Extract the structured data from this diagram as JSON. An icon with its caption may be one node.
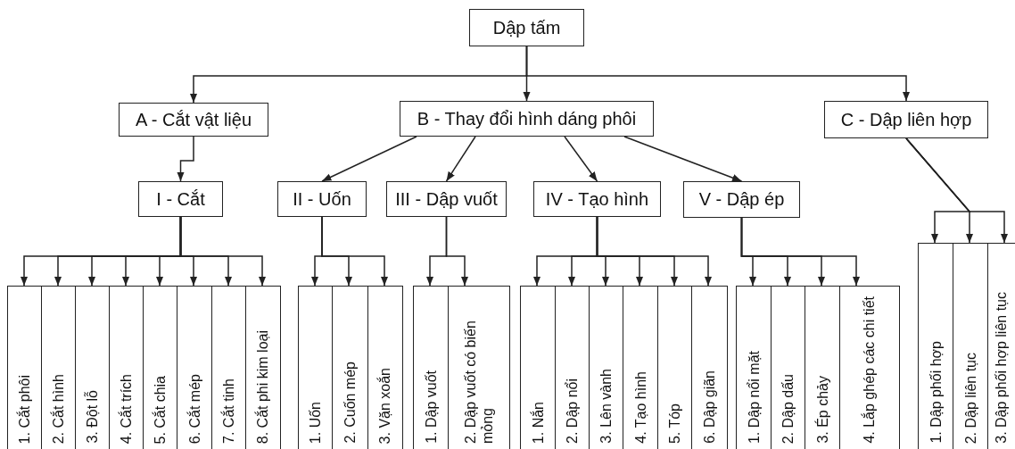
{
  "diagram": {
    "nodes": [
      {
        "text": [
          "Dập tấm"
        ]
      },
      {
        "text": [
          "A - Cắt vật liệu"
        ]
      },
      {
        "text": [
          "B - Thay đổi hình dáng phôi"
        ]
      },
      {
        "text": [
          "C - Dập liên hợp"
        ]
      },
      {
        "text": [
          "I - Cắt"
        ]
      },
      {
        "text": [
          "II - Uốn"
        ]
      },
      {
        "text": [
          "III - Dập vuốt"
        ]
      },
      {
        "text": [
          "IV - Tạo hình"
        ]
      },
      {
        "text": [
          "V - Dập ép"
        ]
      },
      {
        "text": [
          "1. Cắt phôi"
        ]
      },
      {
        "text": [
          "2. Cắt hình"
        ]
      },
      {
        "text": [
          "3. Đột lỗ"
        ]
      },
      {
        "text": [
          "4. Cắt trích"
        ]
      },
      {
        "text": [
          "5. Cắt chia"
        ]
      },
      {
        "text": [
          "6. Cắt mép"
        ]
      },
      {
        "text": [
          "7. Cắt tinh"
        ]
      },
      {
        "text": [
          "8. Cắt phi kim loại"
        ]
      },
      {
        "text": [
          "1. Uốn"
        ]
      },
      {
        "text": [
          "2. Cuốn mép"
        ]
      },
      {
        "text": [
          "3. Vặn xoắn"
        ]
      },
      {
        "text": [
          "1. Dập vuốt"
        ]
      },
      {
        "text": [
          "2. Dập vuốt có biến mỏng"
        ]
      },
      {
        "text": [
          "1. Nắn"
        ]
      },
      {
        "text": [
          "2. Dập nổi"
        ]
      },
      {
        "text": [
          "3. Lên vành"
        ]
      },
      {
        "text": [
          "4. Tạo hình"
        ]
      },
      {
        "text": [
          "5. Tóp"
        ]
      },
      {
        "text": [
          "6. Dập giãn"
        ]
      },
      {
        "text": [
          "1. Dập nổi mặt"
        ]
      },
      {
        "text": [
          "2. Dập dấu"
        ]
      },
      {
        "text": [
          "3. Ép chảy"
        ]
      },
      {
        "text": [
          "4. Lắp ghép các chi tiết"
        ]
      },
      {
        "text": [
          "1. Dập phối hợp"
        ]
      },
      {
        "text": [
          "2. Dập liên tục"
        ]
      },
      {
        "text": [
          "3. Dập phối hợp liên tục"
        ]
      }
    ],
    "edges": [
      {
        "from": 0,
        "to": 1,
        "arrow": "to"
      },
      {
        "from": 0,
        "to": 2,
        "arrow": "to"
      },
      {
        "from": 0,
        "to": 3,
        "arrow": "to"
      },
      {
        "from": 1,
        "to": 4,
        "arrow": "to"
      },
      {
        "from": 2,
        "to": 5,
        "arrow": "to"
      },
      {
        "from": 2,
        "to": 6,
        "arrow": "to"
      },
      {
        "from": 2,
        "to": 7,
        "arrow": "to"
      },
      {
        "from": 2,
        "to": 8,
        "arrow": "to"
      },
      {
        "from": 4,
        "to": 9,
        "arrow": "to"
      },
      {
        "from": 4,
        "to": 10,
        "arrow": "to"
      },
      {
        "from": 4,
        "to": 11,
        "arrow": "to"
      },
      {
        "from": 4,
        "to": 12,
        "arrow": "to"
      },
      {
        "from": 4,
        "to": 13,
        "arrow": "to"
      },
      {
        "from": 4,
        "to": 14,
        "arrow": "to"
      },
      {
        "from": 4,
        "to": 15,
        "arrow": "to"
      },
      {
        "from": 4,
        "to": 16,
        "arrow": "to"
      },
      {
        "from": 5,
        "to": 17,
        "arrow": "to"
      },
      {
        "from": 5,
        "to": 18,
        "arrow": "to"
      },
      {
        "from": 5,
        "to": 19,
        "arrow": "to"
      },
      {
        "from": 6,
        "to": 20,
        "arrow": "to"
      },
      {
        "from": 6,
        "to": 21,
        "arrow": "to"
      },
      {
        "from": 7,
        "to": 22,
        "arrow": "to"
      },
      {
        "from": 7,
        "to": 23,
        "arrow": "to"
      },
      {
        "from": 7,
        "to": 24,
        "arrow": "to"
      },
      {
        "from": 7,
        "to": 25,
        "arrow": "to"
      },
      {
        "from": 7,
        "to": 26,
        "arrow": "to"
      },
      {
        "from": 7,
        "to": 27,
        "arrow": "to"
      },
      {
        "from": 8,
        "to": 28,
        "arrow": "to"
      },
      {
        "from": 8,
        "to": 29,
        "arrow": "to"
      },
      {
        "from": 8,
        "to": 30,
        "arrow": "to"
      },
      {
        "from": 8,
        "to": 31,
        "arrow": "to"
      },
      {
        "from": 3,
        "to": 32,
        "arrow": "to"
      },
      {
        "from": 3,
        "to": 33,
        "arrow": "to"
      },
      {
        "from": 3,
        "to": 34,
        "arrow": "to"
      }
    ]
  }
}
